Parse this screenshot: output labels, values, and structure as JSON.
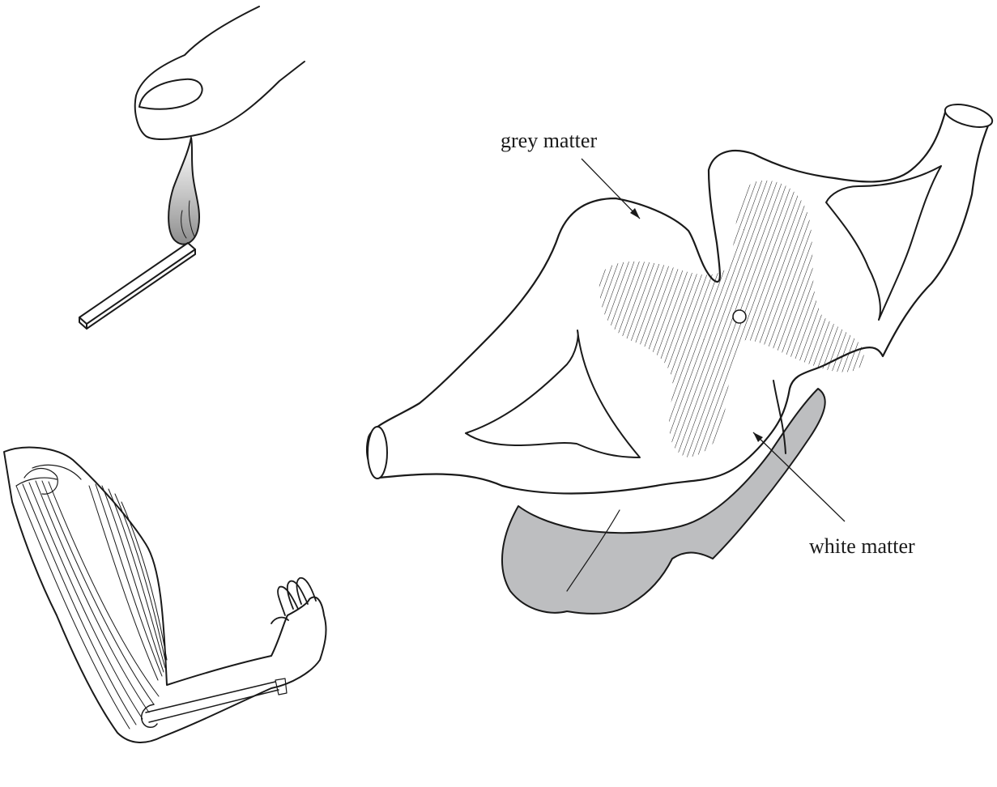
{
  "labels": {
    "grey_matter": "grey matter",
    "white_matter": "white matter"
  },
  "colors": {
    "line": "#1a1a1a",
    "fill_grey": "#bdbec0",
    "background": "#ffffff"
  },
  "figures": [
    "finger-over-match-flame",
    "arm-muscles-bones",
    "spinal-cord-cross-section"
  ]
}
